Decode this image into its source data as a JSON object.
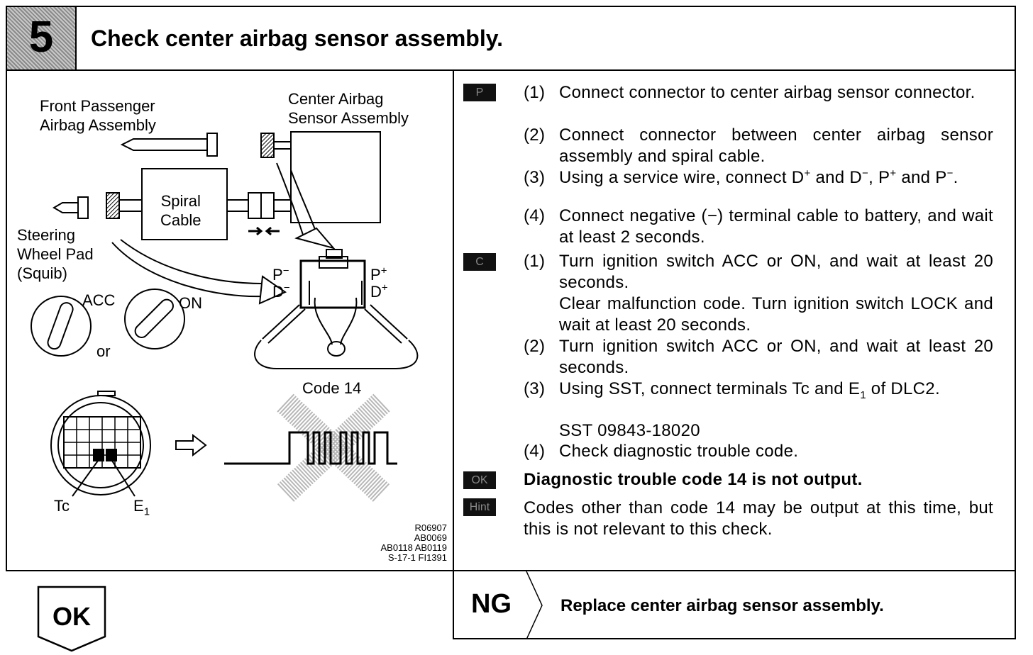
{
  "header": {
    "step_number": "5",
    "title": "Check center airbag sensor assembly."
  },
  "figure": {
    "front_passenger_line1": "Front Passenger",
    "front_passenger_line2": "Airbag Assembly",
    "center_airbag_line1": "Center Airbag",
    "center_airbag_line2": "Sensor Assembly",
    "spiral_line1": "Spiral",
    "spiral_line2": "Cable",
    "steering_line1": "Steering",
    "steering_line2": "Wheel Pad",
    "steering_line3": "(Squib)",
    "acc": "ACC",
    "on": "ON",
    "or": "or",
    "p_minus": "P",
    "d_minus": "D",
    "p_plus": "P",
    "d_plus": "D",
    "minus_sign": "−",
    "plus_sign": "+",
    "code14": "Code 14",
    "tc": "Tc",
    "e1": "E",
    "e1_sub": "1",
    "figure_codes": [
      "R06907",
      "AB0069",
      "AB0118 AB0119",
      "S-17-1 FI1391"
    ]
  },
  "procedure": {
    "prepare_tag": "P",
    "check_tag": "C",
    "ok_tag": "OK",
    "hint_tag": "Hint",
    "prepare_steps": [
      {
        "num": "(1)",
        "text": "Connect connector to center airbag sensor connector."
      },
      {
        "num": "(2)",
        "text": "Connect connector between center airbag sensor assembly and spiral cable."
      },
      {
        "num": "(3)",
        "text_a": "Using a service wire, connect D",
        "sup1": "+",
        "text_b": " and D",
        "sup2": "−",
        "text_c": ", P",
        "sup3": "+",
        "text_d": " and P",
        "sup4": "−",
        "text_e": "."
      },
      {
        "num": "(4)",
        "text": "Connect negative (−) terminal cable to battery, and wait at least 2 seconds."
      }
    ],
    "check_steps": [
      {
        "num": "(1)",
        "text": "Turn ignition switch ACC or ON, and wait at least 20 seconds."
      },
      {
        "num": "",
        "text": "Clear malfunction code. Turn ignition switch LOCK and wait at least 20 seconds."
      },
      {
        "num": "(2)",
        "text": "Turn ignition switch ACC or ON, and wait at least 20 seconds."
      },
      {
        "num": "(3)",
        "text_a": "Using SST, connect terminals Tc and E",
        "sub1": "1",
        "text_b": " of DLC2."
      },
      {
        "num": "",
        "text": "SST  09843-18020"
      },
      {
        "num": "(4)",
        "text": "Check diagnostic trouble code."
      }
    ],
    "ok_text": "Diagnostic trouble code 14 is not output.",
    "hint_text": "Codes other than code 14 may be output at this time, but this is not relevant to this check."
  },
  "result": {
    "ok_label": "OK",
    "ng_label": "NG",
    "ng_action": "Replace center airbag sensor assembly."
  }
}
